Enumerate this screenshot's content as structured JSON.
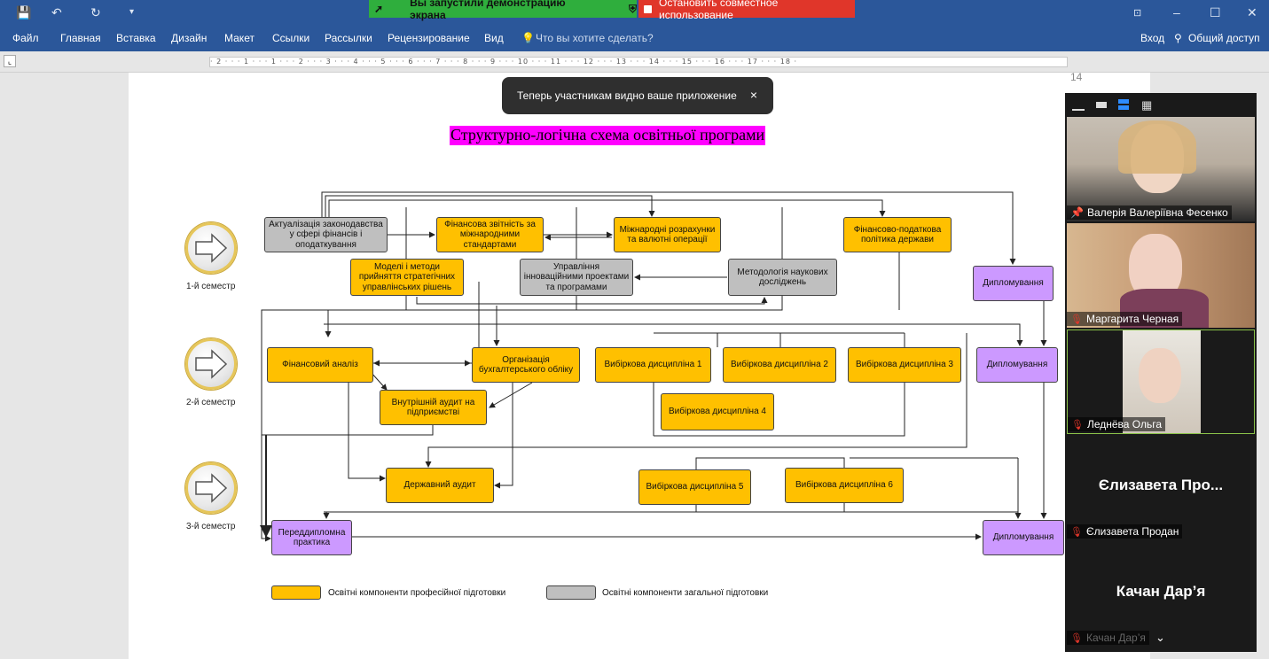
{
  "window": {
    "ribbon_tabs": [
      "Файл",
      "Главная",
      "Вставка",
      "Дизайн",
      "Макет",
      "Ссылки",
      "Рассылки",
      "Рецензирование",
      "Вид"
    ],
    "tell_me": "Что вы хотите сделать?",
    "sign_in": "Вход",
    "share": "Общий доступ",
    "ruler_marks": "· 2 · · · 1 · · · 1 · · · 2 · · · 3 · · · 4 · · · 5 · · · 6 · · · 7 · · · 8 · · · 9 · · · 10 · · · 11 · · · 12 · · · 13 · · · 14 · · · 15 · · · 16 · · · 17 · · · 18 ·",
    "page_number": "14"
  },
  "screen_share": {
    "active_label": "Вы запустили демонстрацию экрана",
    "stop_label": "Остановить совместное использование",
    "toast": "Теперь участникам видно ваше приложение",
    "toast_close": "×"
  },
  "document": {
    "title": "Структурно-логічна схема освітньої програми",
    "semesters": [
      "1-й семестр",
      "2-й семестр",
      "3-й семестр"
    ],
    "boxes": {
      "aktualizatsia": "Актуалізація законодавства у сфері фінансів і оподаткування",
      "finzvitnist": "Фінансова звітність за міжнародними стандартами",
      "mizhnarodni": "Міжнародні розрахунки та валютні операції",
      "podatkova": "Фінансово-податкова політика держави",
      "modeli": "Моделі і методи прийняття стратегічних управлінських рішень",
      "upravlinnia": "Управління інноваційними проектами та програмами",
      "metodologia": "Методологія наукових досліджень",
      "dyplom1": "Дипломування",
      "finanaliz": "Фінансовий аналіз",
      "organizatsia": "Організація бухгалтерського обліку",
      "vd1": "Вибіркова дисципліна 1",
      "vd2": "Вибіркова дисципліна 2",
      "vd3": "Вибіркова дисципліна 3",
      "dyplom2": "Дипломування",
      "vnutr_audyt": "Внутрішній аудит на підприємстві",
      "vd4": "Вибіркова дисципліна 4",
      "derzh_audyt": "Державний аудит",
      "vd5": "Вибіркова дисципліна 5",
      "vd6": "Вибіркова дисципліна 6",
      "praktyka": "Переддипломна практика",
      "dyplom3": "Дипломування"
    },
    "legend": {
      "professional": "Освітні компоненти професійної підготовки",
      "general": "Освітні компоненти загальної підготовки"
    },
    "colors": {
      "professional": "#ffc000",
      "general": "#bfbfbf",
      "diploma": "#cc99ff",
      "title_highlight": "#ff00ff"
    }
  },
  "participants": [
    {
      "name": "Валерія Валеріївна Фесенко",
      "icon": "pin-icon",
      "video": true
    },
    {
      "name": "Маргарита Черная",
      "icon": "mic-muted-icon",
      "video": true
    },
    {
      "name": "Леднёва Ольга",
      "icon": "mic-muted-icon",
      "video": true
    },
    {
      "name": "Єлизавета Продан",
      "display": "Єлизавета Про...",
      "icon": "mic-muted-icon",
      "video": false
    },
    {
      "name": "Качан Дар’я",
      "display": "Качан Дар’я",
      "icon": "mic-muted-icon",
      "video": false
    }
  ]
}
